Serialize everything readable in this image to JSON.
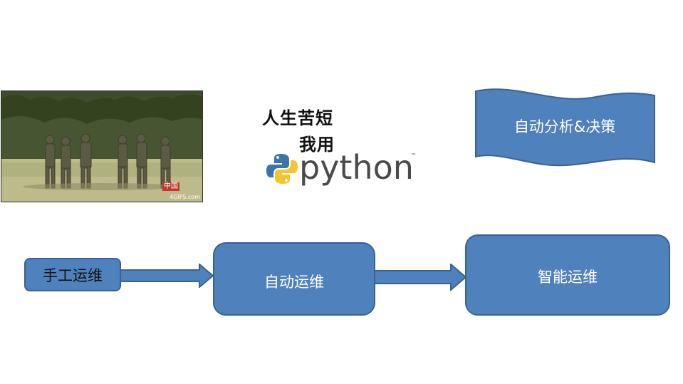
{
  "photo": {
    "watermark_cn": "中国",
    "watermark": "4GIFS.com"
  },
  "slogan": {
    "line1": "人生苦短",
    "line2": "我用",
    "logo_word": "python",
    "logo_tm": "™"
  },
  "banner": {
    "label": "自动分析&决策",
    "fill": "#4f81bd"
  },
  "flow": {
    "step1": "手工运维",
    "step2": "自动运维",
    "step3": "智能运维",
    "box_color": "#4f81bd",
    "border_color": "#3a6294"
  }
}
